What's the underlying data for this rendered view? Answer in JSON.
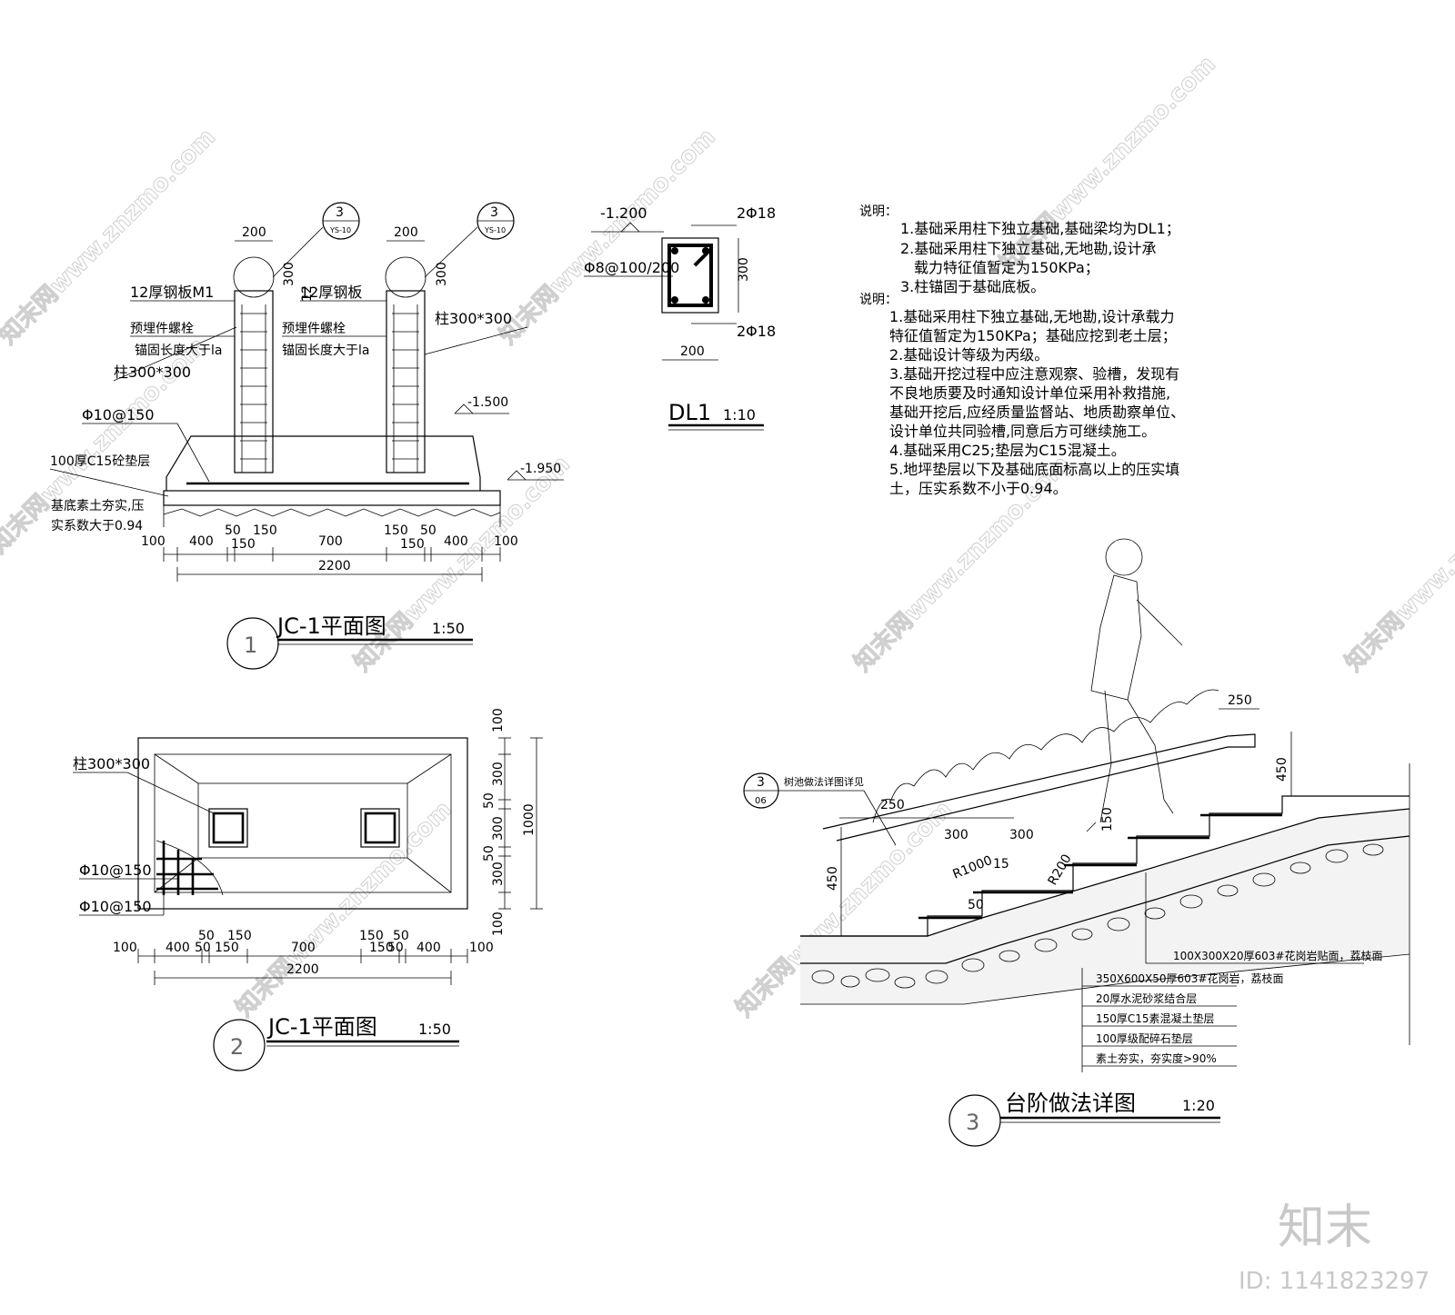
{
  "watermark": {
    "text": "知末网www.znzmo.com",
    "brand": "知末",
    "id": "ID: 1141823297"
  },
  "section1": {
    "title": "JC-1平面图",
    "scale": "1:50",
    "number": "1",
    "dim_top": [
      "200",
      "200"
    ],
    "dim_300": [
      "300",
      "300"
    ],
    "dim_12": "12",
    "ref_num": "3",
    "ref_sheet": "YS-10",
    "plate_left": "12厚钢板M1",
    "plate_right": "12厚钢板",
    "bolt1": "预埋件螺栓",
    "bolt1b": "预埋件螺栓",
    "anchor1": "锚固长度大于la",
    "anchor1b": "锚固长度大于la",
    "col_left": "柱300*300",
    "col_right": "柱300*300",
    "rebar": "Φ10@150",
    "cushion": "100厚C15砼垫层",
    "soil1": "基底素土夯实,压",
    "soil2": "实系数大于0.94",
    "elev1": "-1.500",
    "elev2": "-1.950",
    "dims_bottom": [
      "100",
      "400",
      "50",
      "150",
      "700",
      "150",
      "50",
      "400",
      "100"
    ],
    "dims_extra": [
      "150",
      "150"
    ],
    "total": "2200"
  },
  "dl1": {
    "title": "DL1",
    "scale": "1:10",
    "elev": "-1.200",
    "top_bar": "2Φ18",
    "bottom_bar": "2Φ18",
    "stirrup": "Φ8@100/200",
    "height": "300",
    "width": "200"
  },
  "notes": {
    "head1": "说明：",
    "a1": "1.基础采用柱下独立基础,基础梁均为DL1；",
    "a2": "2.基础采用柱下独立基础,无地勘,设计承",
    "a2b": "载力特征值暂定为150KPa；",
    "a3": "3.柱锚固于基础底板。",
    "head2": "说明：",
    "b1": "1.基础采用柱下独立基础,无地勘,设计承载力",
    "b1b": "特征值暂定为150KPa；基础应挖到老土层；",
    "b2": "2.基础设计等级为丙级。",
    "b3": "3.基础开挖过程中应注意观察、验槽，发现有",
    "b3b": "不良地质要及时通知设计单位采用补救措施,",
    "b3c": "基础开挖后,应经质量监督站、地质勘察单位、",
    "b3d": "设计单位共同验槽,同意后方可继续施工。",
    "b4": "4.基础采用C25;垫层为C15混凝土。",
    "b5": "5.地坪垫层以下及基础底面标高以上的压实填",
    "b5b": "土，压实系数不小于0.94。"
  },
  "section2": {
    "title": "JC-1平面图",
    "scale": "1:50",
    "number": "2",
    "col": "柱300*300",
    "rebar1": "Φ10@150",
    "rebar2": "Φ10@150",
    "v_dims": [
      "100",
      "300",
      "50",
      "300",
      "50",
      "300",
      "100"
    ],
    "v_total": "1000",
    "dims_top": [
      "50",
      "150",
      "150",
      "50"
    ],
    "dims_bottom": [
      "100",
      "400",
      "50",
      "150",
      "700",
      "150",
      "50",
      "400",
      "100"
    ],
    "total": "2200"
  },
  "section3": {
    "title": "台阶做法详图",
    "scale": "1:20",
    "number": "3",
    "ref_num": "3",
    "ref_sheet": "06",
    "ref_note": "树池做法详图详见",
    "d250a": "250",
    "d250b": "250",
    "d300a": "300",
    "d300b": "300",
    "d150": "150",
    "d15": "15",
    "r1000": "R1000",
    "d50": "50",
    "d450a": "450",
    "d450b": "450",
    "r200": "R200",
    "layers": [
      "100X300X20厚603#花岗岩贴面，荔枝面",
      "350X600X50厚603#花岗岩，荔枝面",
      "20厚水泥砂浆结合层",
      "150厚C15素混凝土垫层",
      "100厚级配碎石垫层",
      "素土夯实，夯实度>90%"
    ]
  }
}
